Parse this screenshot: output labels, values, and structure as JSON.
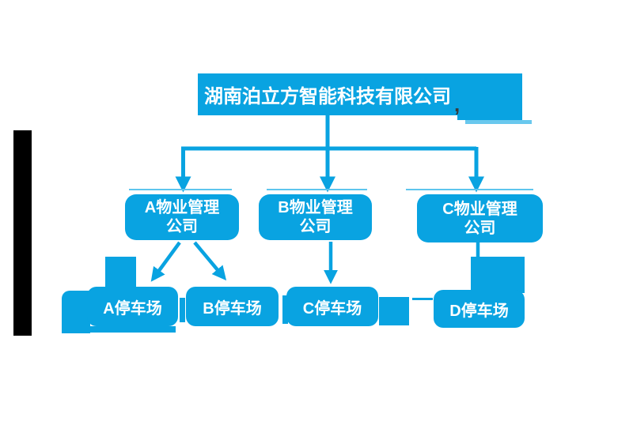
{
  "colors": {
    "primary_blue": "#09a3e1",
    "light_blue_line": "#5ec5ee",
    "light_blue_strip": "#69c8ee",
    "black_bar": "#000000",
    "comma_color": "#3a3a3a",
    "node_text": "#ffffff"
  },
  "root": {
    "label": "湖南泊立方智能科技有限公司"
  },
  "level2": [
    {
      "id": "A",
      "line1": "A物业管理",
      "line2": "公司"
    },
    {
      "id": "B",
      "line1": "B物业管理",
      "line2": "公司"
    },
    {
      "id": "C",
      "line1": "C物业管理",
      "line2": "公司"
    }
  ],
  "level3": [
    {
      "id": "A",
      "label": "A停车场"
    },
    {
      "id": "B",
      "label": "B停车场"
    },
    {
      "id": "C",
      "label": "C停车场"
    },
    {
      "id": "D",
      "label": "D停车场"
    }
  ],
  "edges": [
    {
      "from": "湖南泊立方智能科技有限公司",
      "to": "A物业管理公司",
      "style": "arrow"
    },
    {
      "from": "湖南泊立方智能科技有限公司",
      "to": "B物业管理公司",
      "style": "arrow"
    },
    {
      "from": "湖南泊立方智能科技有限公司",
      "to": "C物业管理公司",
      "style": "arrow"
    },
    {
      "from": "A物业管理公司",
      "to": "A停车场",
      "style": "arrow"
    },
    {
      "from": "A物业管理公司",
      "to": "B停车场",
      "style": "arrow"
    },
    {
      "from": "B物业管理公司",
      "to": "C停车场",
      "style": "arrow"
    },
    {
      "from": "C物业管理公司",
      "to": "D停车场",
      "style": "line"
    }
  ],
  "artifacts": {
    "comma_glyph": ","
  }
}
